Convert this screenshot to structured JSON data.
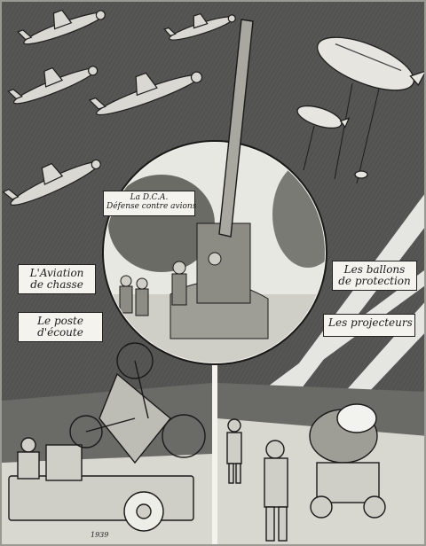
{
  "labels": {
    "dca_line1": "La D.C.A.",
    "dca_line2": "Défense contre avions",
    "aviation_line1": "L'Aviation",
    "aviation_line2": "de chasse",
    "ballons_line1": "Les ballons",
    "ballons_line2": "de protection",
    "poste_line1": "Le poste",
    "poste_line2": "d'écoute",
    "projecteurs": "Les projecteurs"
  },
  "signature": "1939",
  "colors": {
    "sky": "#565654",
    "paper": "#f4f3ee",
    "ink": "#1c1c1c",
    "ground": "#d8d7d0"
  }
}
